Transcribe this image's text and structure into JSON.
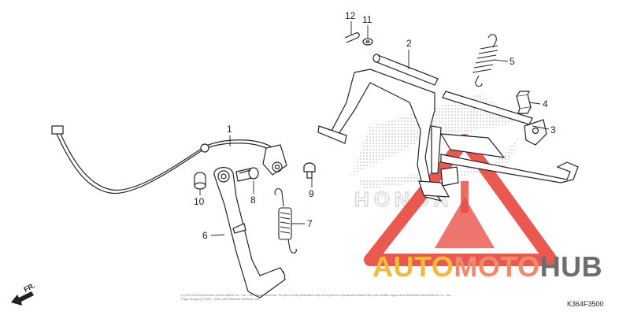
{
  "callouts": {
    "c1": "1",
    "c2": "2",
    "c3": "3",
    "c4": "4",
    "c5": "5",
    "c6": "6",
    "c7": "7",
    "c8": "8",
    "c9": "9",
    "c10": "10",
    "c11": "11",
    "c12": "12"
  },
  "watermark": {
    "part1": "AUTO",
    "part2": "MOTO",
    "part3": "HUB"
  },
  "background_brand": "HONDA",
  "front_indicator": "FR.",
  "reference_code": "K364F3500",
  "copyright_text": "(c) 2013-2019 American Honda Motor Co., Inc. - All Rights Reserved. No part of this publication may be copied or reproduced without the prior written approval of American Honda Motor Co., Inc. ... Page design (c) 2004 - 2019, ARI Network Services, Inc.",
  "colors": {
    "line": "#222222",
    "watermark_yellow": "#f3b93a",
    "watermark_salmon": "#f08a6a",
    "watermark_gray": "#6d6d6d",
    "triangle_red": "#e8473d",
    "honda_dots": "#cfcfcf"
  }
}
